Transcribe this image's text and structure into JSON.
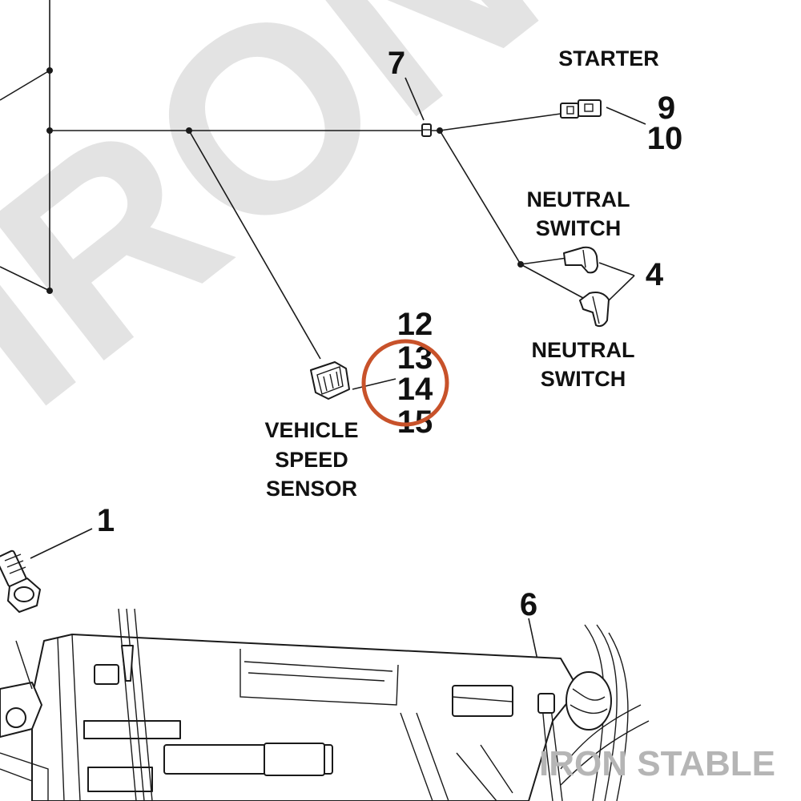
{
  "watermark": {
    "background_text": "IRON STABLE",
    "corner_text": "IRON STABLE"
  },
  "callouts": {
    "n1": "1",
    "n4": "4",
    "n6": "6",
    "n7": "7",
    "n9": "9",
    "n10": "10",
    "n12": "12",
    "n13": "13",
    "n14": "14",
    "n15": "15"
  },
  "labels": {
    "starter": "STARTER",
    "neutral_switch_upper": [
      "NEUTRAL",
      "SWITCH"
    ],
    "neutral_switch_lower": [
      "NEUTRAL",
      "SWITCH"
    ],
    "vehicle_speed_sensor": [
      "VEHICLE",
      "SPEED",
      "SENSOR"
    ]
  },
  "highlight": {
    "target": "14",
    "color": "#c8522a"
  },
  "colors": {
    "line": "#1a1a1a",
    "watermark": "#e3e3e3",
    "corner_watermark": "#b5b5b5"
  }
}
